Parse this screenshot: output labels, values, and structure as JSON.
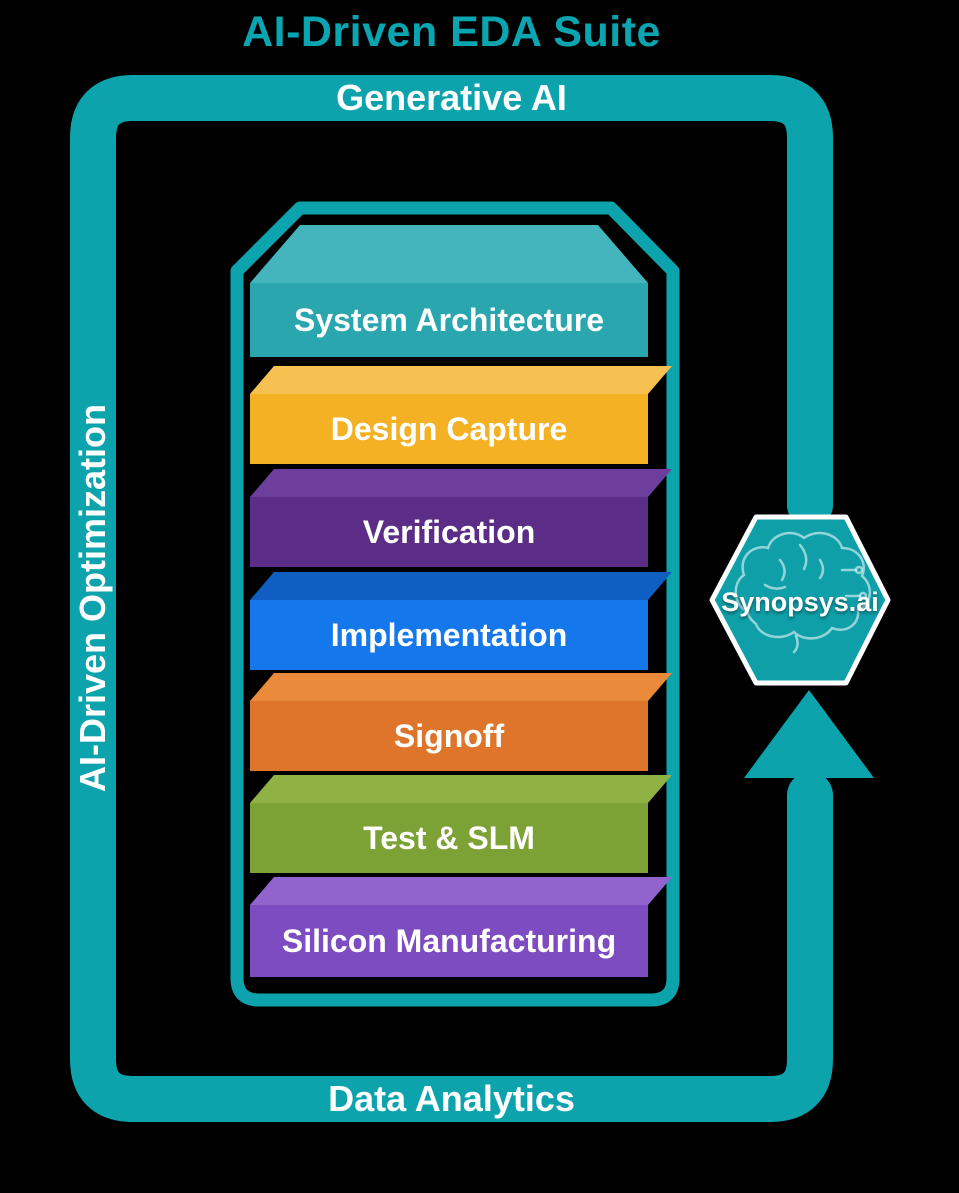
{
  "title": "AI-Driven EDA Suite",
  "loop": {
    "top_label": "Generative AI",
    "left_label": "AI-Driven Optimization",
    "bottom_label": "Data Analytics"
  },
  "badge": {
    "label": "Synopsys.ai"
  },
  "chip": {
    "bars": [
      {
        "label": "System Architecture",
        "front": "#2aa6ae",
        "top": "#45b5bd"
      },
      {
        "label": "Design Capture",
        "front": "#f4b124",
        "top": "#f6c150"
      },
      {
        "label": "Verification",
        "front": "#5b2d86",
        "top": "#6d3e9c"
      },
      {
        "label": "Implementation",
        "front": "#1478ec",
        "top": "#0f5ec2"
      },
      {
        "label": "Signoff",
        "front": "#df752b",
        "top": "#e98b3b"
      },
      {
        "label": "Test & SLM",
        "front": "#7ca134",
        "top": "#90b144"
      },
      {
        "label": "Silicon Manufacturing",
        "front": "#7c4cc0",
        "top": "#9063cd"
      }
    ]
  },
  "colors": {
    "background": "#000000",
    "title": "#0aa5b0",
    "loop": "#0da3ac",
    "chip_outline": "#0da3ac",
    "badge_fill": "#0f9fa9",
    "badge_border": "#ffffff",
    "label_text": "#ffffff"
  }
}
